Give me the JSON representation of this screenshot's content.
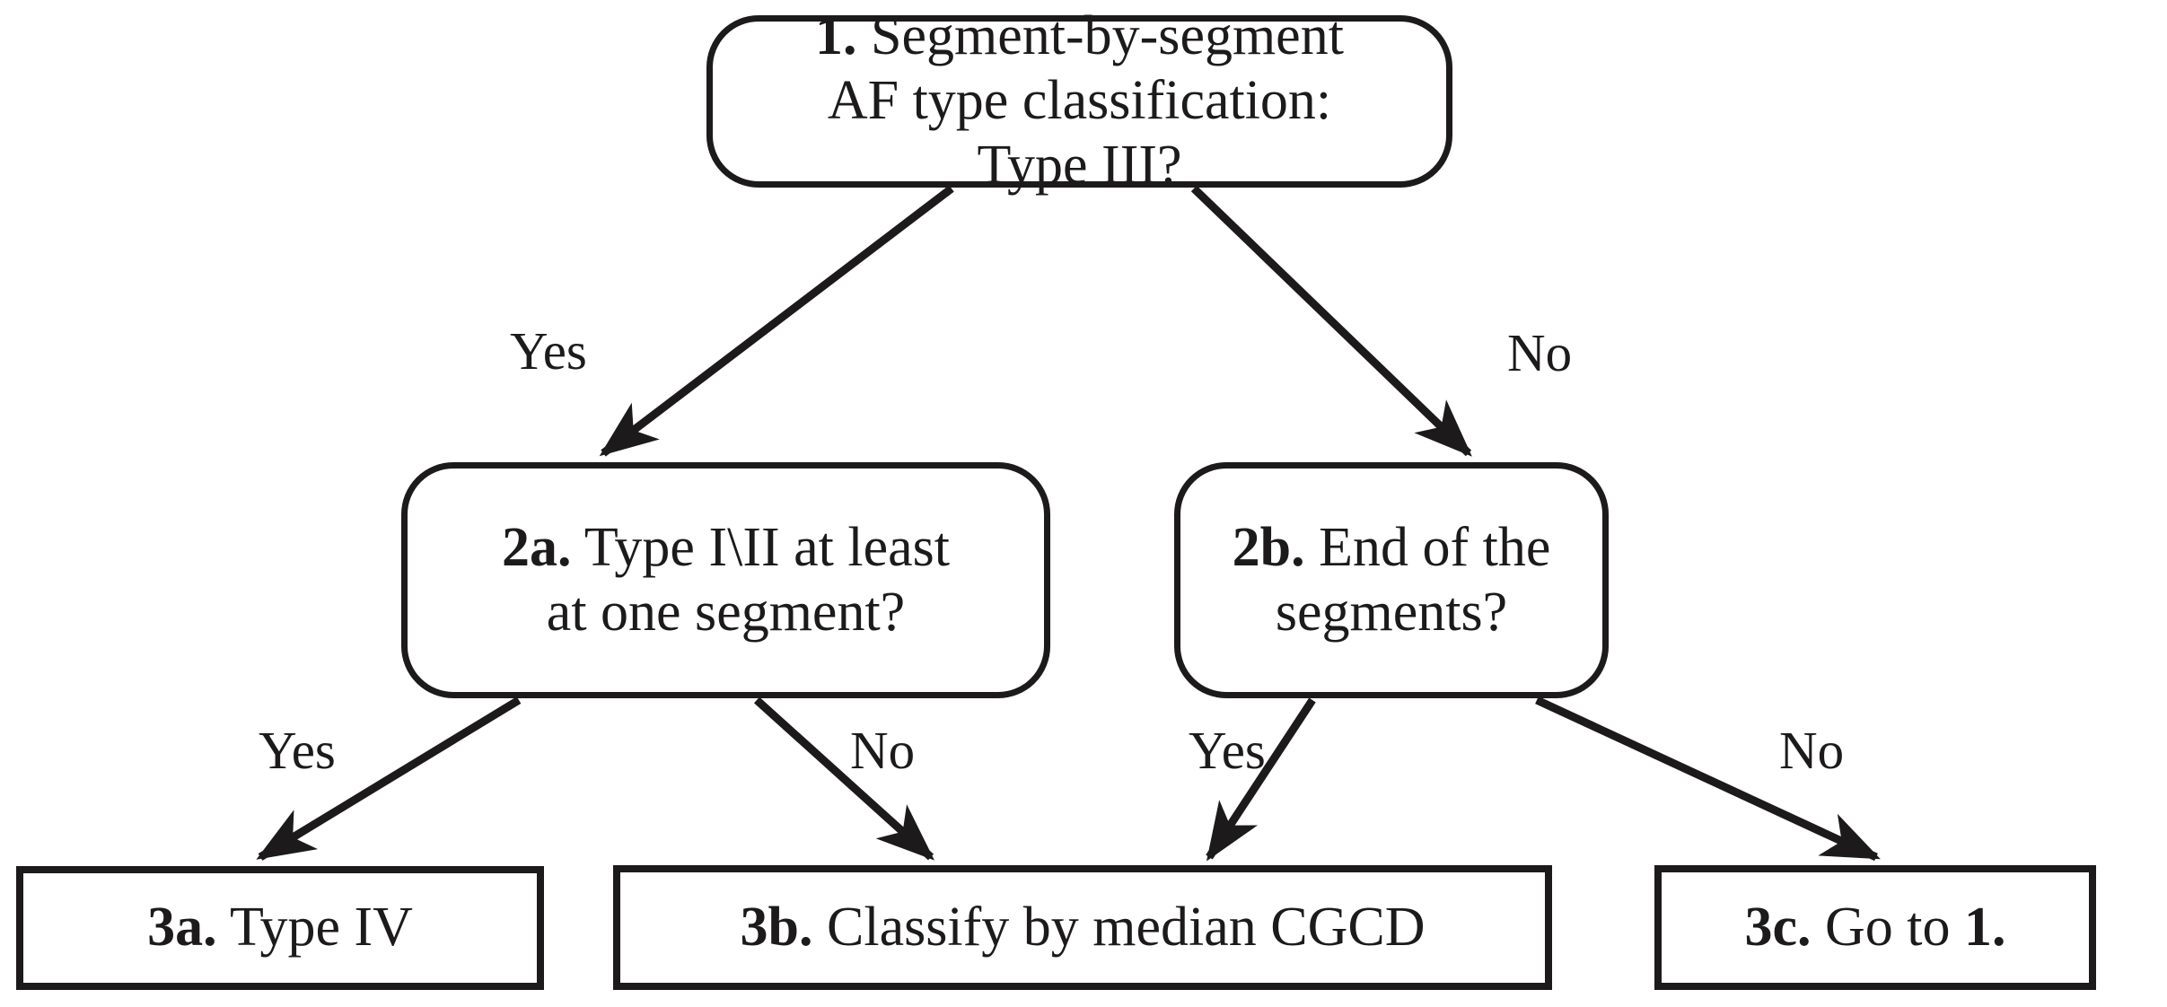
{
  "diagram": {
    "title": "Segment-by-segment AF type classification decision flowchart",
    "stroke_color": "#1c1a1a",
    "background_color": "#ffffff",
    "nodes": [
      {
        "id": "n1",
        "shape": "rounded-rectangle",
        "number": "1.",
        "lines": [
          "Segment-by-segment",
          "AF type classification:",
          "Type III?"
        ],
        "text": "1. Segment-by-segment AF type classification: Type III?"
      },
      {
        "id": "n2a",
        "shape": "rounded-rectangle",
        "number": "2a.",
        "lines": [
          "Type I\\II at least",
          "at one segment?"
        ],
        "text": "2a. Type I\\II at least at one segment?"
      },
      {
        "id": "n2b",
        "shape": "rounded-rectangle",
        "number": "2b.",
        "lines": [
          "End of the",
          "segments?"
        ],
        "text": "2b. End of the segments?"
      },
      {
        "id": "n3a",
        "shape": "rectangle",
        "number": "3a.",
        "lines": [
          "Type IV"
        ],
        "text": "3a. Type IV"
      },
      {
        "id": "n3b",
        "shape": "rectangle",
        "number": "3b.",
        "lines": [
          "Classify by median CGCD"
        ],
        "text": "3b. Classify by median CGCD"
      },
      {
        "id": "n3c",
        "shape": "rectangle",
        "number": "3c.",
        "lines": [
          "Go to 1."
        ],
        "text": "3c. Go to 1.",
        "trailing_bold": "1."
      }
    ],
    "edges": [
      {
        "id": "e1",
        "from": "n1",
        "to": "n2a",
        "label": "Yes"
      },
      {
        "id": "e2",
        "from": "n1",
        "to": "n2b",
        "label": "No"
      },
      {
        "id": "e3",
        "from": "n2a",
        "to": "n3a",
        "label": "Yes"
      },
      {
        "id": "e4",
        "from": "n2a",
        "to": "n3b",
        "label": "No"
      },
      {
        "id": "e5",
        "from": "n2b",
        "to": "n3b",
        "label": "Yes"
      },
      {
        "id": "e6",
        "from": "n2b",
        "to": "n3c",
        "label": "No"
      }
    ]
  }
}
